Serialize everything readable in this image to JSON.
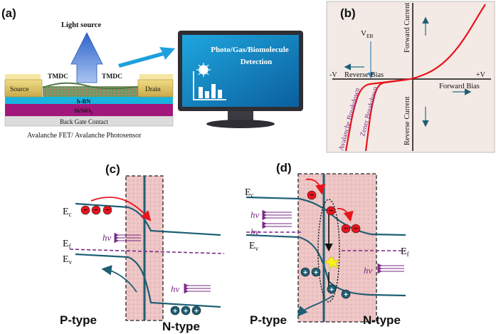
{
  "panel_a": {
    "label": "(a)",
    "light_source": "Light source",
    "tmdc_left": "TMDC",
    "tmdc_right": "TMDC",
    "source": "Source",
    "drain": "Drain",
    "hbn": "h-BN",
    "sisio2": "Si/SiO",
    "sisio2_sub": "2",
    "back_gate": "Back Gate Contact",
    "caption": "Avalanche FET/ Avalanche Photosensor",
    "monitor_line1": "Photo/Gas/Biomolecule",
    "monitor_line2": "Detection"
  },
  "panel_b": {
    "label": "(b)",
    "veb": "V",
    "veb_sub": "EB",
    "neg_v": "-V",
    "pos_v": "+V",
    "reverse_bias": "Reverse Bias",
    "forward_bias": "Forward Bias",
    "forward_current": "Forward Current",
    "reverse_current": "Reverse Current",
    "avalanche": "Avalanche Breakdown",
    "zener": "Zener Breakdown",
    "curve_color": "#e8141c",
    "annot_color": "#7a2a86"
  },
  "panel_c": {
    "label": "(c)",
    "ec": "E",
    "ec_sub": "c",
    "ef": "E",
    "ef_sub": "f",
    "ev": "E",
    "ev_sub": "v",
    "hv1": "hν",
    "hv2": "hν",
    "ptype": "P-type",
    "ntype": "N-type",
    "band_color": "#1e5f74",
    "electron": "−",
    "hole": "+"
  },
  "panel_d": {
    "label": "(d)",
    "ec": "E",
    "ec_sub": "c",
    "ev": "E",
    "ev_sub": "v",
    "ef": "E",
    "ef_sub": "f",
    "hv1": "hν",
    "hv2": "hν",
    "hv3": "hν",
    "ptype": "P-type",
    "ntype": "N-type",
    "electron": "−",
    "hole": "+"
  }
}
